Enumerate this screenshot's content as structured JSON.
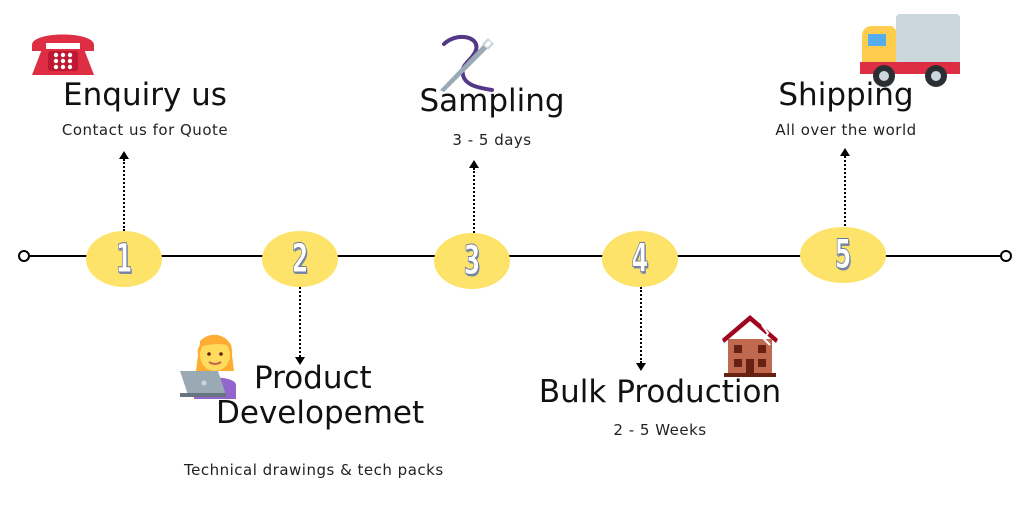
{
  "steps": [
    {
      "number": "1",
      "title": "Enquiry us",
      "subtitle": "Contact us for Quote",
      "icon": "telephone-icon"
    },
    {
      "number": "2",
      "title_line1": "Product",
      "title_line2": "Developemet",
      "subtitle": "Technical drawings & tech packs",
      "icon": "woman-laptop-icon"
    },
    {
      "number": "3",
      "title": "Sampling",
      "subtitle": "3 - 5 days",
      "icon": "needle-thread-icon"
    },
    {
      "number": "4",
      "title": "Bulk Production",
      "subtitle": "2 - 5 Weeks",
      "icon": "factory-building-icon"
    },
    {
      "number": "5",
      "title": "Shipping",
      "subtitle": "All over the world",
      "icon": "delivery-truck-icon"
    }
  ],
  "colors": {
    "step_circle": "#fde36a",
    "line": "#000000",
    "phone": "#dd2e44",
    "truck_body": "#ffcc4d",
    "truck_bed": "#ccd6dd",
    "truck_base": "#dd2e44",
    "building": "#c1694f",
    "needle_thread": "#553788"
  }
}
